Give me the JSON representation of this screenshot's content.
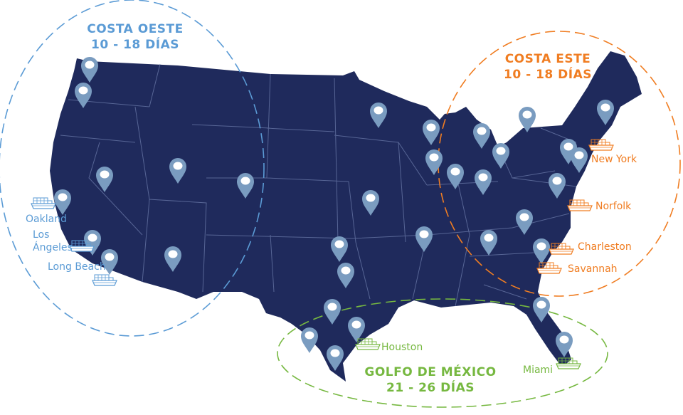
{
  "colors": {
    "land": "#1f2a5c",
    "state_lines": "#6f7fae",
    "pin": "#7a9cc0",
    "west": "#5b9bd5",
    "east": "#f07d22",
    "gulf": "#76b840"
  },
  "regions": {
    "west": {
      "name": "COSTA OESTE",
      "days": "10 - 18 DÍAS"
    },
    "east": {
      "name": "COSTA ESTE",
      "days": "10 - 18 DÍAS"
    },
    "gulf": {
      "name": "GOLFO DE MÉXICO",
      "days": "21 - 26 DÍAS"
    }
  },
  "ports": {
    "oakland": "Oakland",
    "los_angeles_1": "Los",
    "los_angeles_2": "Ángeles",
    "long_beach": "Long Beach",
    "new_york": "New York",
    "norfolk": "Norfolk",
    "charleston": "Charleston",
    "savannah": "Savannah",
    "houston": "Houston",
    "miami": "Miami"
  },
  "icons": {
    "pin": "map-pin-icon",
    "ship": "cargo-ship-icon"
  }
}
